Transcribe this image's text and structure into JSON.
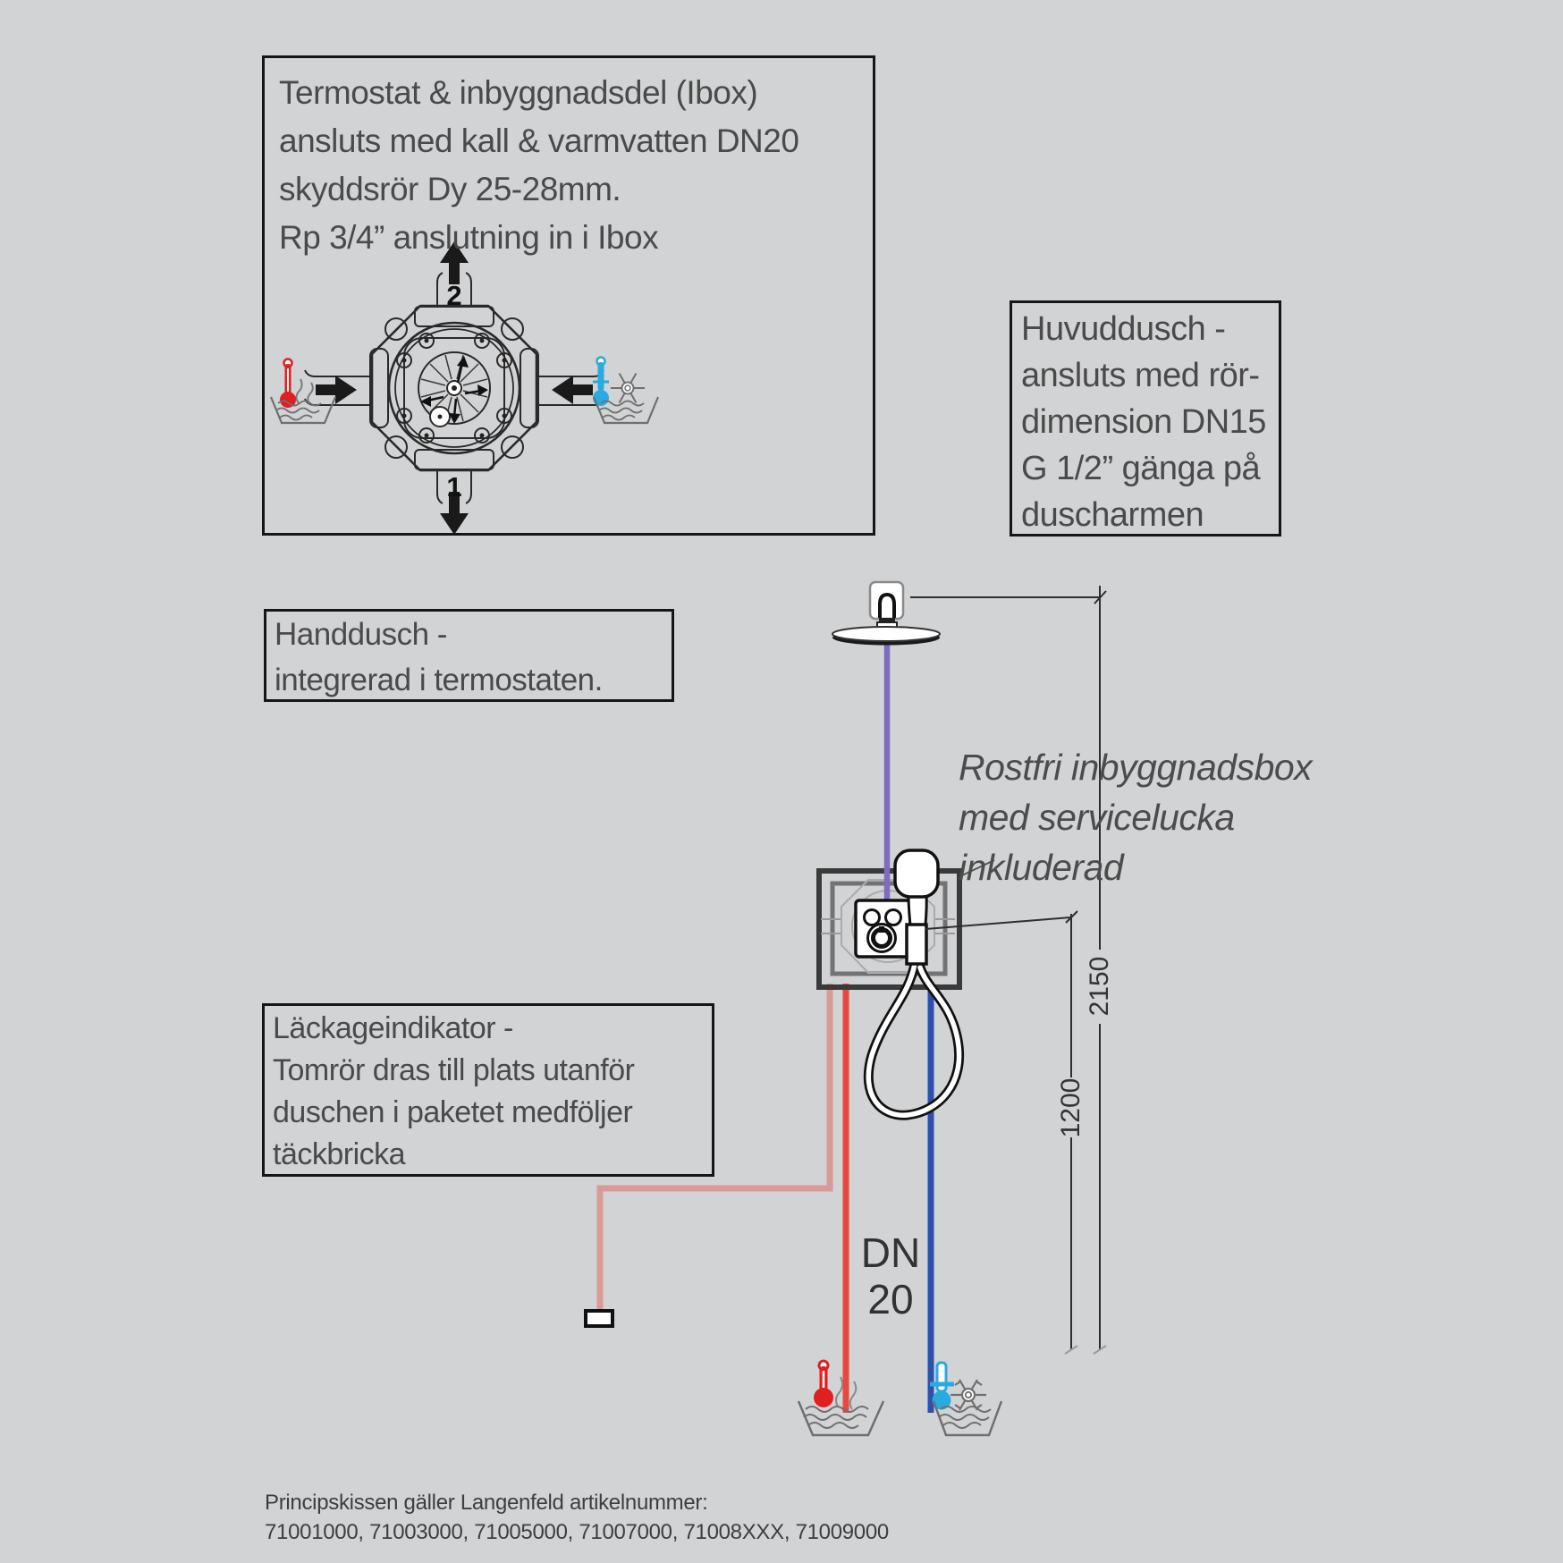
{
  "boxes": {
    "termostat": {
      "lines": [
        "Termostat & inbyggnadsdel (Ibox)",
        "ansluts med kall & varmvatten DN20",
        "skyddsrör Dy 25-28mm.",
        "Rp 3/4” anslutning in i Ibox"
      ]
    },
    "huvuddusch": {
      "lines": [
        "Huvuddusch -",
        "ansluts med rör-",
        "dimension DN15",
        "G 1/2” gänga på",
        "duscharmen"
      ]
    },
    "handdusch": {
      "lines": [
        "Handdusch -",
        "integrerad i termostaten."
      ]
    },
    "lackageindikator": {
      "lines": [
        "Läckageindikator -",
        "Tomrör dras till plats utanför",
        "duschen i paketet medföljer",
        "täckbricka"
      ]
    }
  },
  "note": {
    "lines": [
      "Rostfri inbyggnadsbox",
      "med servicelucka",
      "inkluderad"
    ]
  },
  "ibox_ports": {
    "outlet_top": "2",
    "outlet_bottom": "1"
  },
  "dimensions": {
    "shower_head_height_mm": "2150",
    "thermostat_height_mm": "1200"
  },
  "pipe_label": {
    "line1": "DN",
    "line2": "20"
  },
  "footer": {
    "line1": "Principskissen gäller Langenfeld artikelnummer:",
    "line2": "71001000, 71003000, 71005000, 71007000, 71008XXX, 71009000"
  },
  "colors": {
    "background": "#d2d3d5",
    "pipe_purple": "#7e6cbc",
    "pipe_red": "#e8493e",
    "pipe_pink": "#d89b98",
    "pipe_blue": "#2b51ae",
    "hot_icon": "#e02020",
    "cold_icon": "#29aae1",
    "dim_line": "#2e2e2e"
  },
  "icons": {
    "hot_water": "hot-water-thermometer-icon",
    "cold_water": "cold-water-snowflake-icon",
    "shower_head": "overhead-shower-icon",
    "hand_shower": "hand-shower-icon",
    "ibox": "ibox-installation-unit-icon",
    "cover_plate": "cover-plate-icon"
  }
}
